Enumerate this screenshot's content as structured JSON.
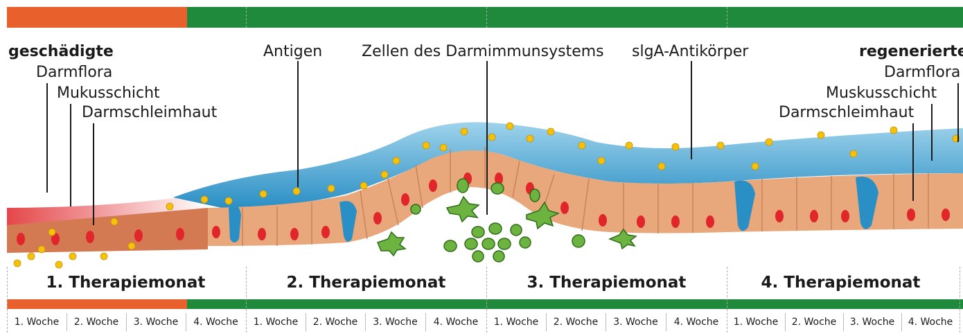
{
  "labels_top": {
    "left_title": "geschädigte",
    "left_darmflora": "Darmflora",
    "left_mukus": "Mukusschicht",
    "left_schleimhaut": "Darmschleimhaut",
    "antigen": "Antigen",
    "zellen": "Zellen des Darmimmunsystems",
    "sIgA": "slgA-Antikörper",
    "right_title": "regenerierte",
    "right_darmflora": "Darmflora",
    "right_mukus": "Muskusschicht",
    "right_schleimhaut": "Darmschleimhaut"
  },
  "months": [
    "1. Therapiemonat",
    "2. Therapiemonat",
    "3. Therapiemonat",
    "4. Therapiemonat"
  ],
  "weeks": [
    "1. Woche",
    "2. Woche",
    "3. Woche",
    "4. Woche",
    "1. Woche",
    "2. Woche",
    "3. Woche",
    "4. Woche",
    "1. Woche",
    "2. Woche",
    "3. Woche",
    "4. Woche",
    "1. Woche",
    "2. Woche",
    "3. Woche",
    "4. Woche"
  ],
  "colors": {
    "orange": "#e8612c",
    "green": "#1f8a3c",
    "cell": "#e8a87c",
    "nucleus": "#e0262a",
    "mucus": "#2a8fc4",
    "immune": "#6cb33f"
  }
}
